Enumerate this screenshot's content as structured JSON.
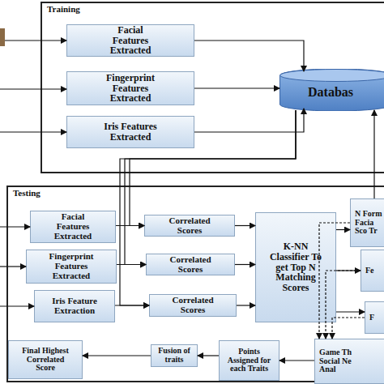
{
  "diagram": {
    "nodes": [
      {
        "text": [
          "Training"
        ]
      },
      {
        "text": [
          "Facial Features Extracted"
        ],
        "in": 0
      },
      {
        "text": [
          "Fingerprint Features Extracted"
        ],
        "in": 0
      },
      {
        "text": [
          "Iris Features Extracted"
        ],
        "in": 0
      },
      {
        "text": [
          "Databas"
        ],
        "in": 0
      },
      {
        "text": [
          "Testing"
        ]
      },
      {
        "text": [
          "Facial Features Extracted"
        ],
        "in": 5
      },
      {
        "text": [
          "Fingerprint Features Extracted"
        ],
        "in": 5
      },
      {
        "text": [
          "Iris Feature Extraction"
        ],
        "in": 5
      },
      {
        "text": [
          "Correlated Scores"
        ],
        "in": 5
      },
      {
        "text": [
          "Correlated Scores"
        ],
        "in": 5
      },
      {
        "text": [
          "Correlated Scores"
        ],
        "in": 5
      },
      {
        "text": [
          "K-NN Classifier To get Top N Matching Scores"
        ],
        "in": 5
      },
      {
        "text": [
          "N Form Facia Sco Tr"
        ],
        "in": 5
      },
      {
        "text": [
          "Fe"
        ],
        "in": 5
      },
      {
        "text": [
          "F"
        ],
        "in": 5
      },
      {
        "text": [
          "Game Th Social Ne Anal"
        ],
        "in": 5
      },
      {
        "text": [
          "Points Assigned for each Traits"
        ],
        "in": 5
      },
      {
        "text": [
          "Fusion of traits"
        ],
        "in": 5
      },
      {
        "text": [
          "Final Highest Correlated Score"
        ],
        "in": 5
      }
    ],
    "edges": [
      {
        "from": 1,
        "to": 4,
        "arrow": "to"
      },
      {
        "from": 2,
        "to": 4,
        "arrow": "to"
      },
      {
        "from": 3,
        "to": 4,
        "arrow": "to"
      },
      {
        "from": 6,
        "to": 9,
        "arrow": "to"
      },
      {
        "from": 7,
        "to": 10,
        "arrow": "to"
      },
      {
        "from": 8,
        "to": 11,
        "arrow": "to"
      },
      {
        "from": 4,
        "to": 9,
        "arrow": "to"
      },
      {
        "from": 4,
        "to": 10,
        "arrow": "to"
      },
      {
        "from": 4,
        "to": 11,
        "arrow": "to"
      },
      {
        "from": 9,
        "to": 12,
        "arrow": "to"
      },
      {
        "from": 10,
        "to": 12,
        "arrow": "to"
      },
      {
        "from": 11,
        "to": 12,
        "arrow": "to"
      },
      {
        "from": 12,
        "to": 13,
        "arrow": "to"
      },
      {
        "from": 12,
        "to": 14,
        "arrow": "to"
      },
      {
        "from": 12,
        "to": 15,
        "arrow": "to"
      },
      {
        "from": 13,
        "to": 16,
        "arrow": "to"
      },
      {
        "from": 14,
        "to": 16,
        "arrow": "to"
      },
      {
        "from": 15,
        "to": 16,
        "arrow": "to"
      },
      {
        "from": 16,
        "to": 17,
        "arrow": "to"
      },
      {
        "from": 17,
        "to": 18,
        "arrow": "to"
      },
      {
        "from": 18,
        "to": 19,
        "arrow": "to"
      },
      {
        "from": 13,
        "to": 4,
        "arrow": "to"
      }
    ]
  }
}
